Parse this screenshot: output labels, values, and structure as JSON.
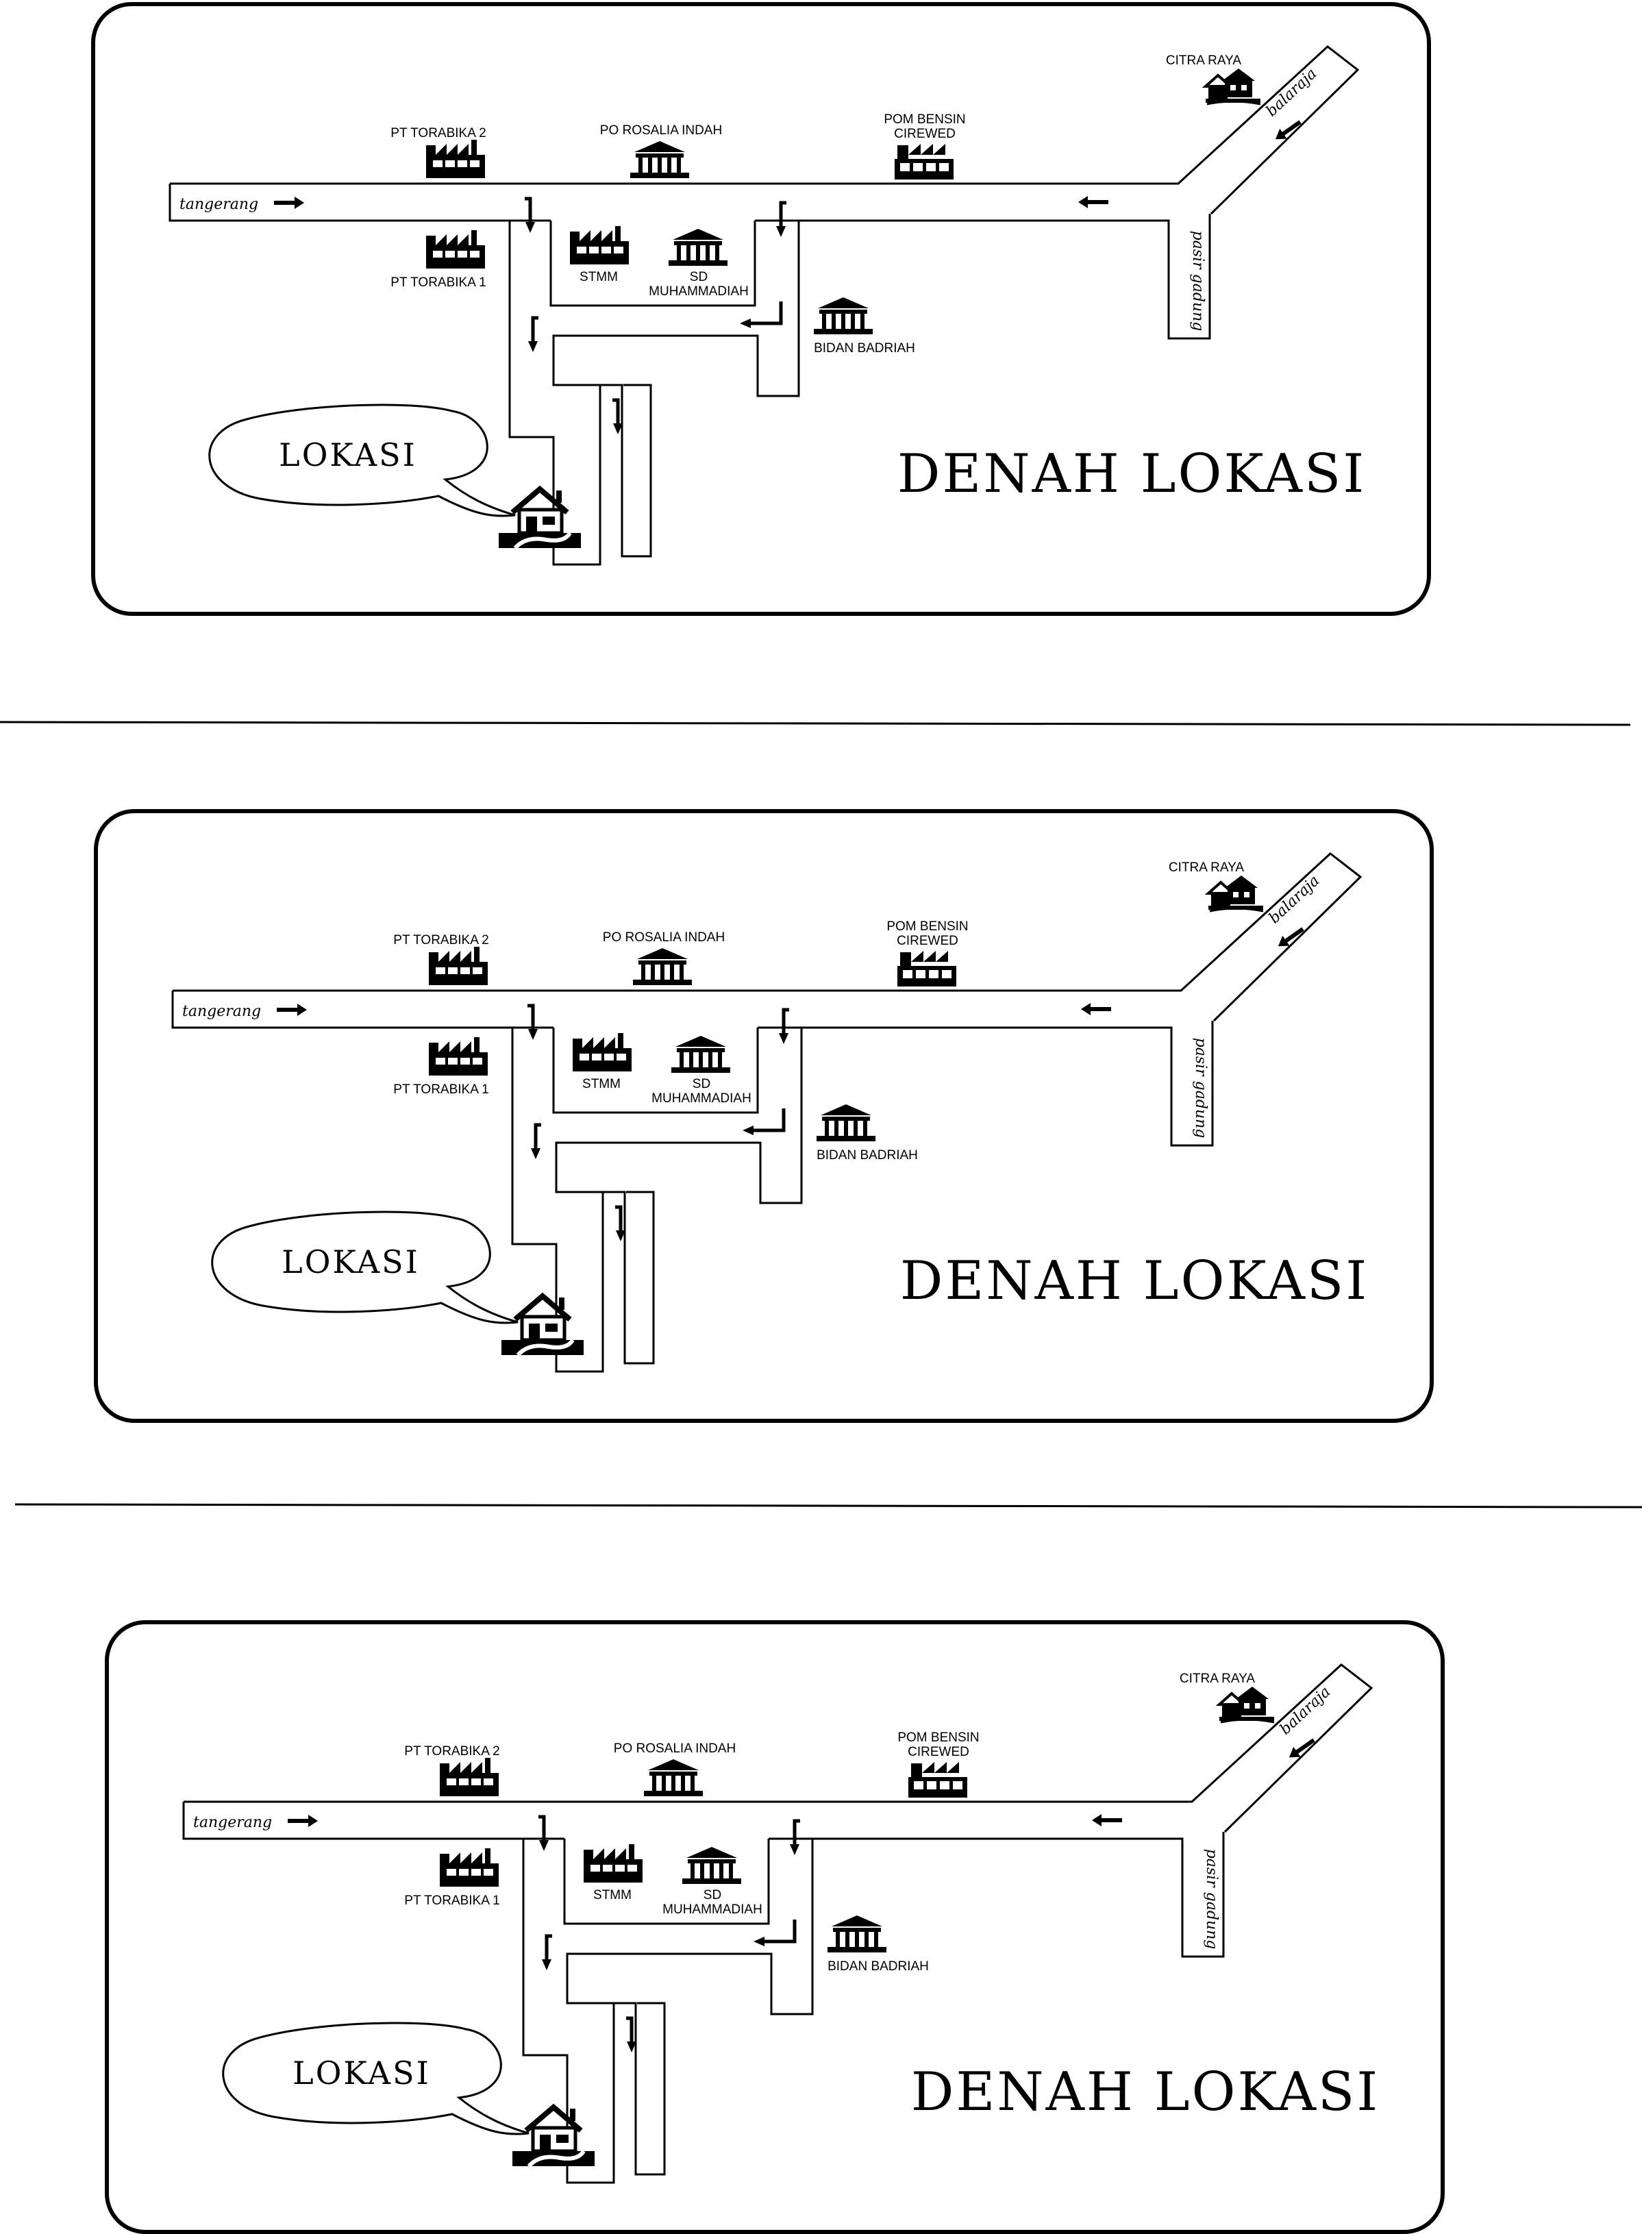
{
  "maps": [
    {
      "title": "DENAH LOKASI",
      "bubble": "LOKASI",
      "roads": {
        "west": "tangerang",
        "northeast": "balaraja",
        "south": "pasir gadung"
      },
      "landmarks": {
        "pt_torabika_2": "PT TORABIKA 2",
        "po_rosalia_indah": "PO ROSALIA INDAH",
        "pom_bensin_1": "POM BENSIN",
        "pom_bensin_2": "CIREWED",
        "citra_raya": "CITRA RAYA",
        "pt_torabika_1": "PT TORABIKA 1",
        "stmm": "STMM",
        "sd_1": "SD",
        "sd_2": "MUHAMMADIAH",
        "bidan_badriah": "BIDAN BADRIAH"
      }
    },
    {
      "title": "DENAH LOKASI",
      "bubble": "LOKASI",
      "roads": {
        "west": "tangerang",
        "northeast": "balaraja",
        "south": "pasir gadung"
      },
      "landmarks": {
        "pt_torabika_2": "PT TORABIKA 2",
        "po_rosalia_indah": "PO ROSALIA INDAH",
        "pom_bensin_1": "POM BENSIN",
        "pom_bensin_2": "CIREWED",
        "citra_raya": "CITRA RAYA",
        "pt_torabika_1": "PT TORABIKA 1",
        "stmm": "STMM",
        "sd_1": "SD",
        "sd_2": "MUHAMMADIAH",
        "bidan_badriah": "BIDAN BADRIAH"
      }
    },
    {
      "title": "DENAH LOKASI",
      "bubble": "LOKASI",
      "roads": {
        "west": "tangerang",
        "northeast": "balaraja",
        "south": "pasir gadung"
      },
      "landmarks": {
        "pt_torabika_2": "PT TORABIKA 2",
        "po_rosalia_indah": "PO ROSALIA INDAH",
        "pom_bensin_1": "POM BENSIN",
        "pom_bensin_2": "CIREWED",
        "citra_raya": "CITRA RAYA",
        "pt_torabika_1": "PT TORABIKA 1",
        "stmm": "STMM",
        "sd_1": "SD",
        "sd_2": "MUHAMMADIAH",
        "bidan_badriah": "BIDAN BADRIAH"
      }
    }
  ],
  "icons": {
    "factory": "factory-icon",
    "building": "building-icon",
    "gas_station": "gas-station-icon",
    "houses": "houses-icon",
    "home": "home-icon",
    "arrow": "arrow-icon"
  },
  "colors": {
    "ink": "#000000",
    "paper": "#ffffff"
  }
}
